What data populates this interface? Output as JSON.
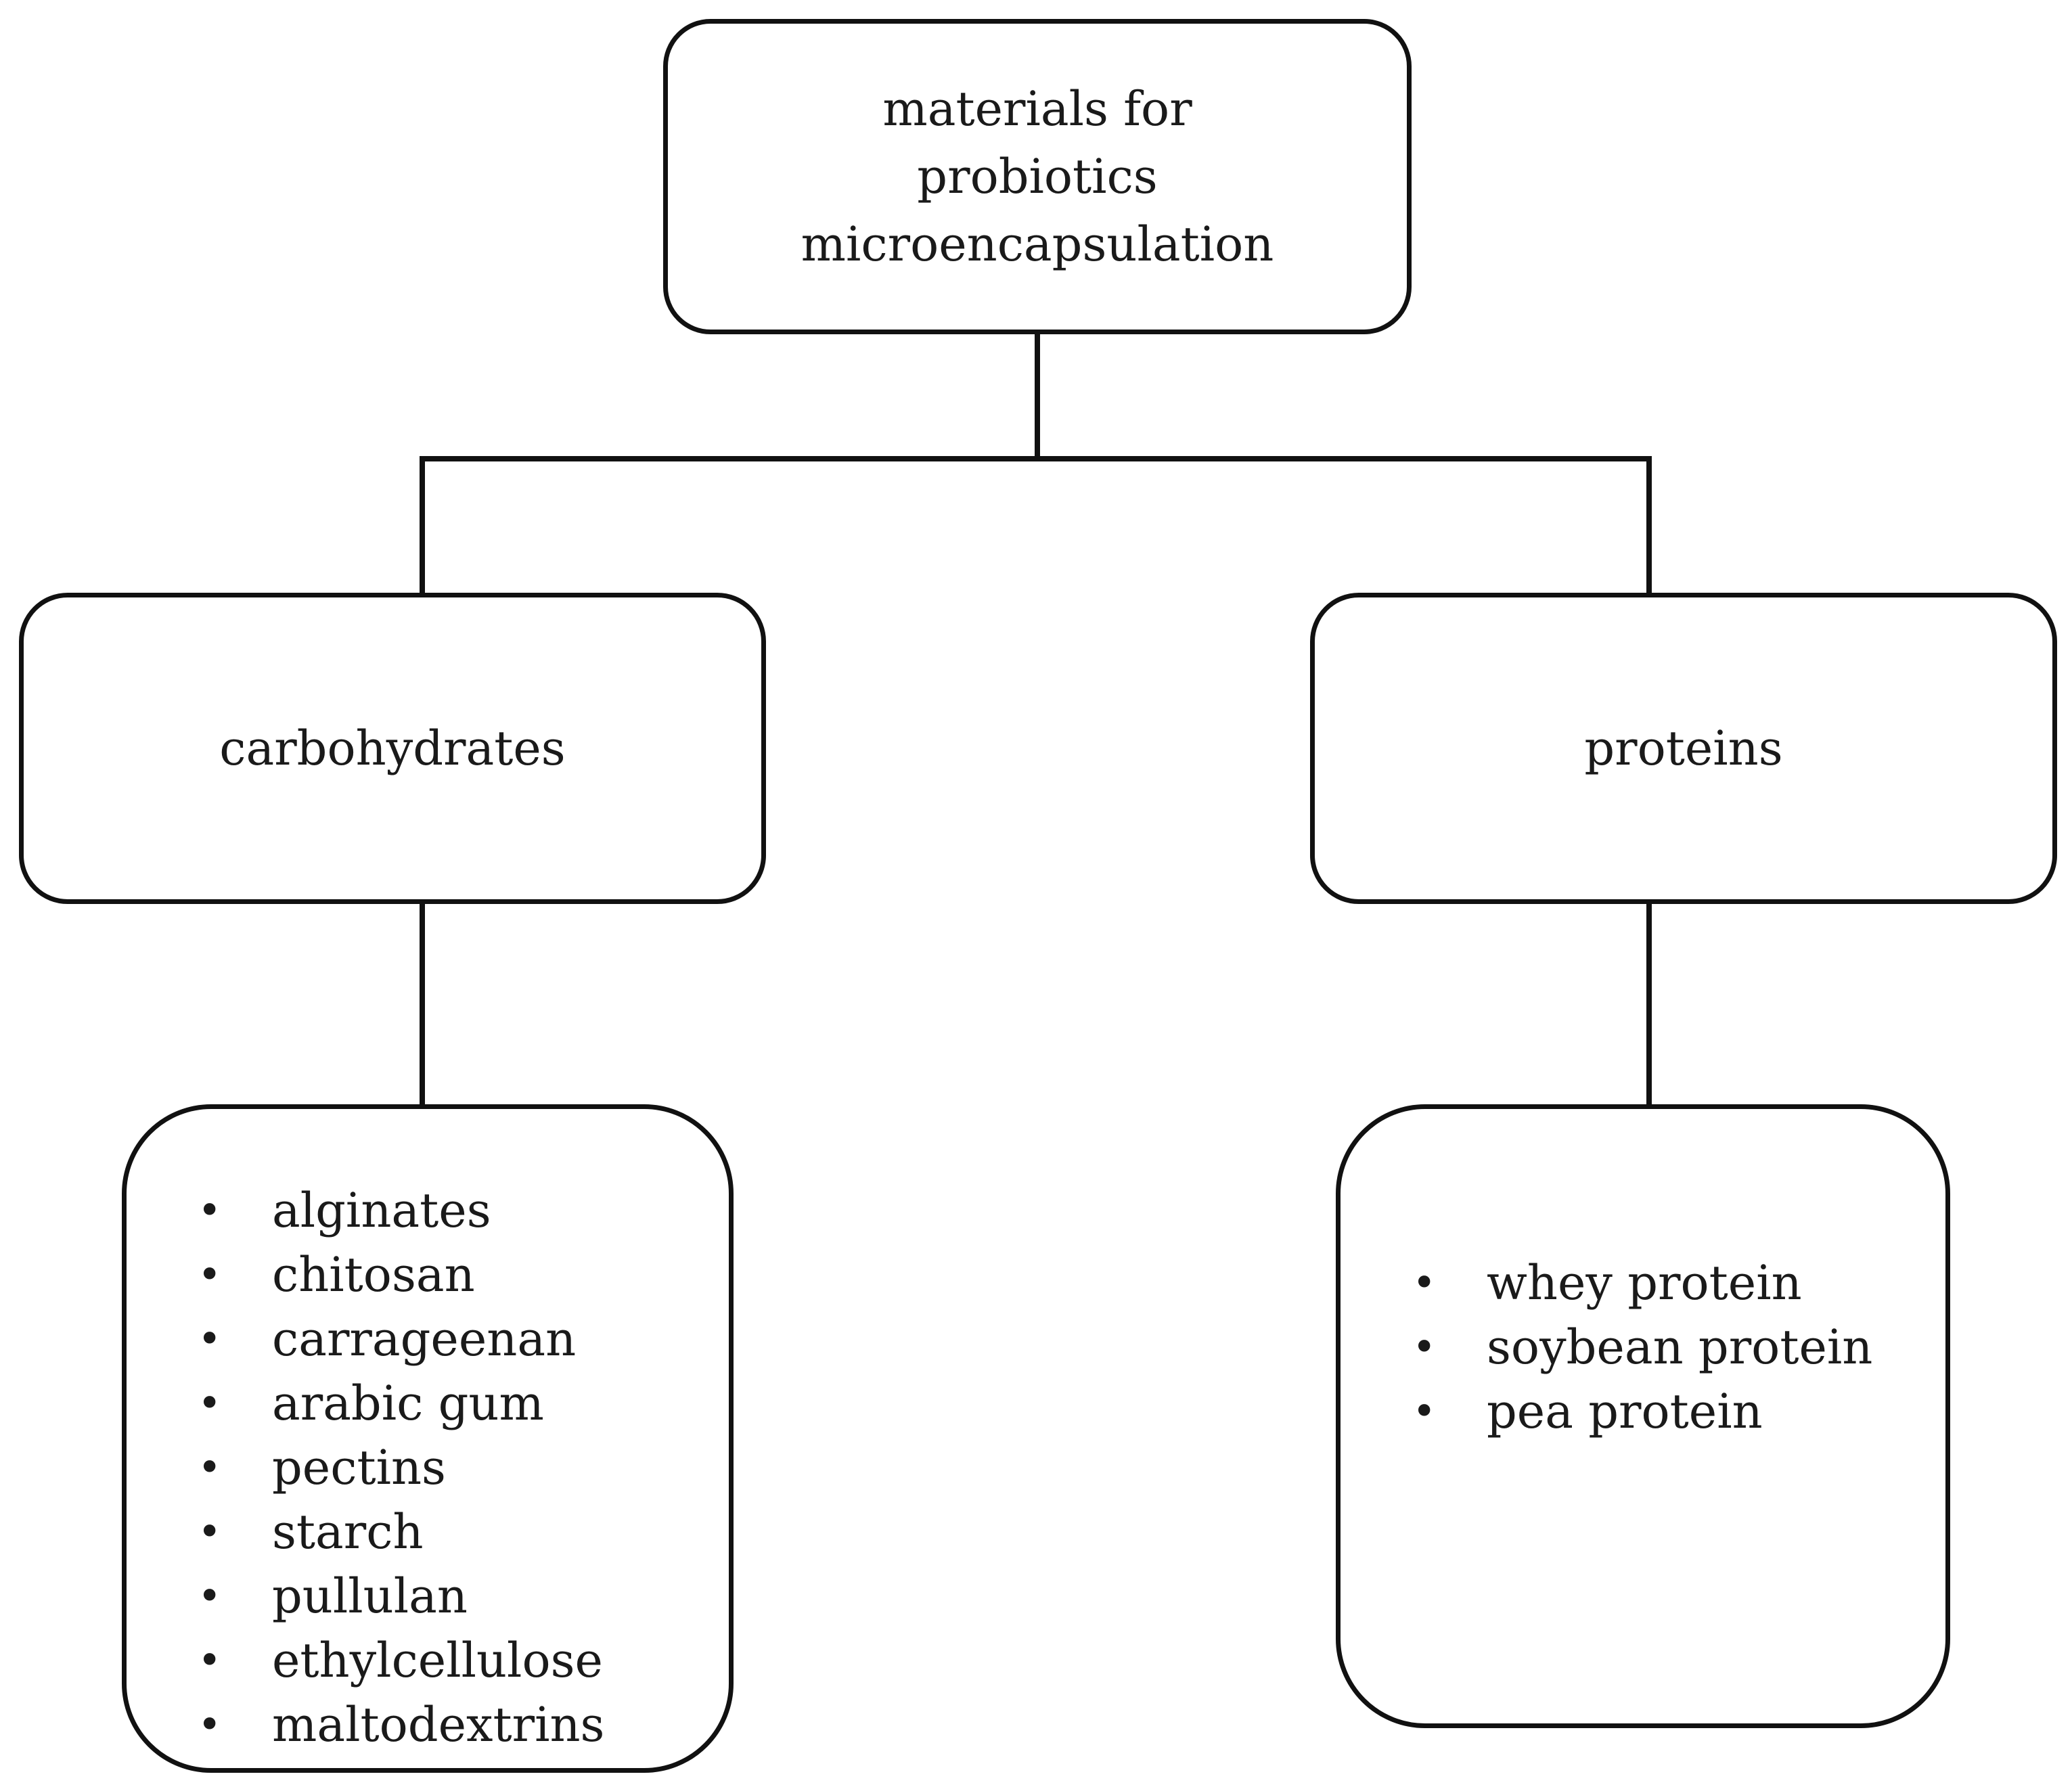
{
  "diagram": {
    "root": {
      "label": "materials for probiotics microencapsulation"
    },
    "categories": [
      {
        "label": "carbohydrates",
        "items": [
          "alginates",
          "chitosan",
          "carrageenan",
          "arabic gum",
          "pectins",
          "starch",
          "pullulan",
          "ethylcellulose",
          "maltodextrins"
        ]
      },
      {
        "label": "proteins",
        "items": [
          "whey protein",
          "soybean protein",
          "pea protein"
        ]
      }
    ],
    "bullet_glyph": "•",
    "colors": {
      "stroke": "#111111",
      "text": "#1a1a1a",
      "background": "#ffffff"
    }
  }
}
